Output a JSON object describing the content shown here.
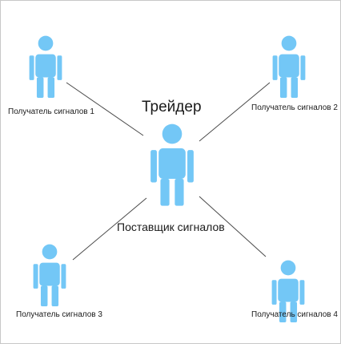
{
  "colors": {
    "person": "#73c7f6",
    "line": "#4a4a4a",
    "background": "#ffffff",
    "border": "#c8c8c8"
  },
  "center": {
    "title": "Трейдер",
    "subtitle": "Поставщик сигналов",
    "icon": "person-icon"
  },
  "recipients": [
    {
      "label": "Получатель сигналов 1",
      "icon": "person-icon"
    },
    {
      "label": "Получатель сигналов 2",
      "icon": "person-icon"
    },
    {
      "label": "Получатель сигналов 3",
      "icon": "person-icon"
    },
    {
      "label": "Получатель сигналов 4",
      "icon": "person-icon"
    }
  ]
}
